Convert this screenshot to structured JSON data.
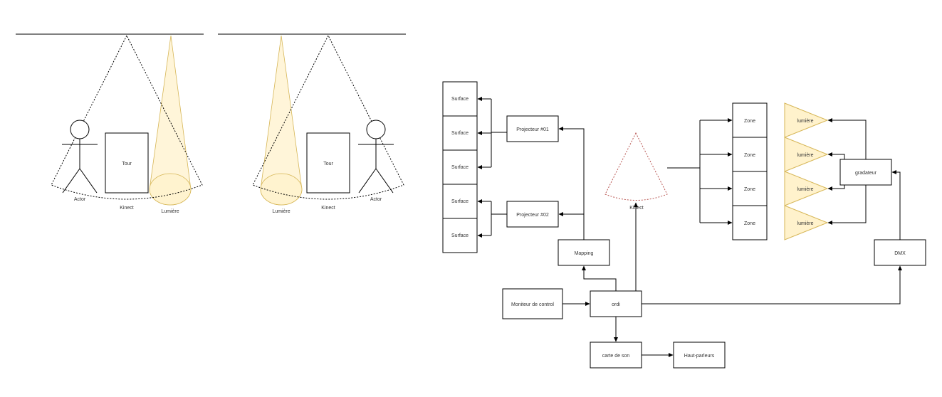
{
  "scene_left": {
    "actor_label": "Actor",
    "tour_label": "Tour",
    "kinect_label": "Kinect",
    "light_label": "Lumière"
  },
  "scene_right": {
    "actor_label": "Actor",
    "tour_label": "Tour",
    "kinect_label": "Kinect",
    "light_label": "Lumière"
  },
  "system": {
    "surfaces": [
      "Surface",
      "Surface",
      "Surface",
      "Surface",
      "Surface"
    ],
    "projector_1": "Projecteur #01",
    "projector_2": "Projecteur #02",
    "mapping": "Mapping",
    "kinect": "Kinect",
    "monitor": "Moniteur de control",
    "computer": "ordi",
    "sound_card": "carte de son",
    "speakers": "Haut-parleurs",
    "zones": [
      "Zone",
      "Zone",
      "Zone",
      "Zone"
    ],
    "lights": [
      "lumière",
      "lumière",
      "lumière",
      "lumière"
    ],
    "dimmer": "gradateur",
    "dmx": "DMX"
  },
  "colors": {
    "light_fill": "#fff2cc",
    "light_stroke": "#d6b656",
    "kinect_cone_stroke": "#b85450",
    "line": "#000000"
  }
}
